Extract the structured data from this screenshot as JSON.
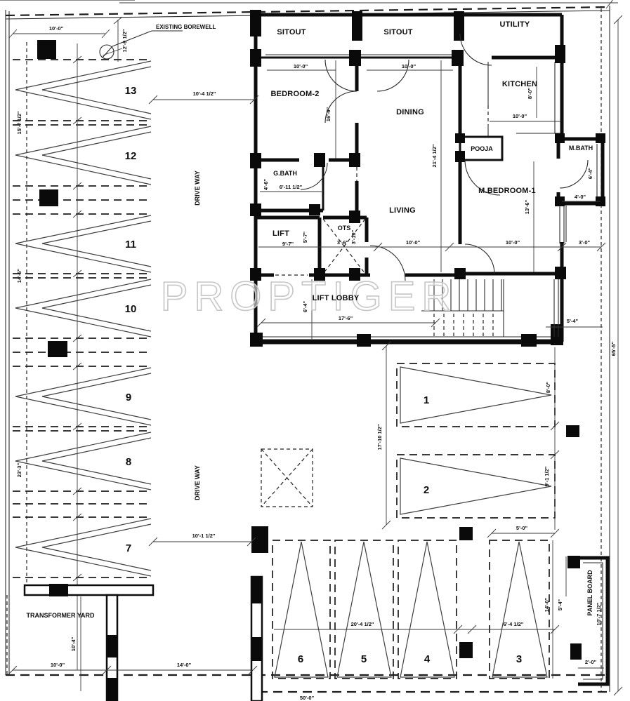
{
  "labels": {
    "watermark": "PROPTIGER",
    "borewell": "EXISTING BOREWELL",
    "driveway_upper": "DRIVE WAY",
    "driveway_lower": "DRIVE WAY",
    "transformer_yard": "TRANSFORMER YARD",
    "panel_board": "PANEL BOARD"
  },
  "rooms": {
    "sitout1": "SITOUT",
    "sitout2": "SITOUT",
    "utility": "UTILITY",
    "bedroom2": "BEDROOM-2",
    "dining": "DINING",
    "kitchen": "KITCHEN",
    "pooja": "POOJA",
    "mbath": "M.BATH",
    "gbath": "G.BATH",
    "living": "LIVING",
    "mbedroom1": "M.BEDROOM-1",
    "lift": "LIFT",
    "ots": "OTS",
    "lift_lobby": "LIFT LOBBY"
  },
  "parking": {
    "p1": "1",
    "p2": "2",
    "p3": "3",
    "p4": "4",
    "p5": "5",
    "p6": "6",
    "p7": "7",
    "p8": "8",
    "p9": "9",
    "p10": "10",
    "p11": "11",
    "p12": "12",
    "p13": "13"
  },
  "dims": {
    "top_left_10": "10'-0\"",
    "borewell_v": "12'-9 1/2\"",
    "stall13_gap": "10'-4 1/2\"",
    "left_v1": "15'-7 1/2\"",
    "left_v2": "14'-5\"",
    "left_v3": "23'-3\"",
    "stall7_gap": "10'-1 1/2\"",
    "sitout1_w": "10'-0\"",
    "sitout2_w": "10'-0\"",
    "bedroom2_h": "16'-6\"",
    "kitchen_h": "8'-0\"",
    "kitchen_w": "10'-0\"",
    "dining_h": "21'-4 1/2\"",
    "gbath_w": "6'-11 1/2\"",
    "gbath_h": "4'-6\"",
    "mbath_h": "6'-4\"",
    "mbath_w": "4'-0\"",
    "mbedroom_h": "13'-6\"",
    "living_w": "10'-0\"",
    "mbedroom_w": "10'-0\"",
    "right_3_0": "3'-0\"",
    "lift_w": "9'-7\"",
    "lift_h": "5'-7\"",
    "ots_w": "3'-6\"",
    "ots_h": "3'-10\"",
    "lobby_w": "17'-6\"",
    "lobby_h": "6'-4\"",
    "stairs_right": "5'-4\"",
    "p1_h": "8'-0\"",
    "p12_v": "17'-10 1/2\"",
    "p2_h": "9'-1 1/2\"",
    "p3_top": "5'-0\"",
    "p654_w": "20'-4 1/2\"",
    "p3_w": "6'-4 1/2\"",
    "p3_h": "14'-0\"",
    "panel_h": "5'-4\"",
    "panel_sub": "10'-7 1/2\"",
    "panel_2_0": "2'-0\"",
    "ty_h": "10'-4\"",
    "ty_w1": "10'-0\"",
    "ty_w2": "14'-0\"",
    "bottom_w": "50'-0\"",
    "right_h": "65'-5\""
  }
}
